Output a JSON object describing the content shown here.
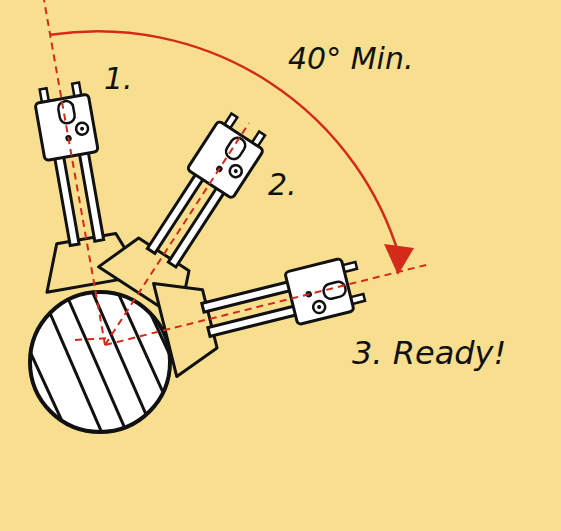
{
  "diagram": {
    "labels": [
      "40° Min.",
      "1.",
      "2.",
      "3. Ready!"
    ]
  }
}
